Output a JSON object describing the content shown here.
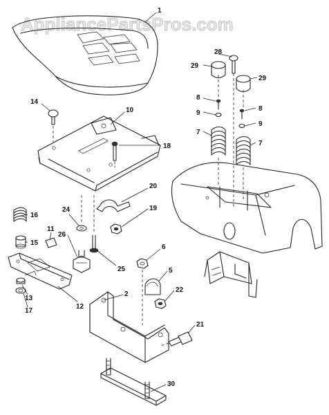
{
  "watermark": "AppliancePartsPros.com",
  "callouts": {
    "c1": "1",
    "c2": "2",
    "c5": "5",
    "c6": "6",
    "c7a": "7",
    "c7b": "7",
    "c8a": "8",
    "c8b": "8",
    "c9a": "9",
    "c9b": "9",
    "c10": "10",
    "c11": "11",
    "c12": "12",
    "c13": "13",
    "c14": "14",
    "c15": "15",
    "c16": "16",
    "c17": "17",
    "c18": "18",
    "c19": "19",
    "c20": "20",
    "c21": "21",
    "c22": "22",
    "c24": "24",
    "c25": "25",
    "c26": "26",
    "c28": "28",
    "c29a": "29",
    "c29b": "29",
    "c30": "30"
  }
}
